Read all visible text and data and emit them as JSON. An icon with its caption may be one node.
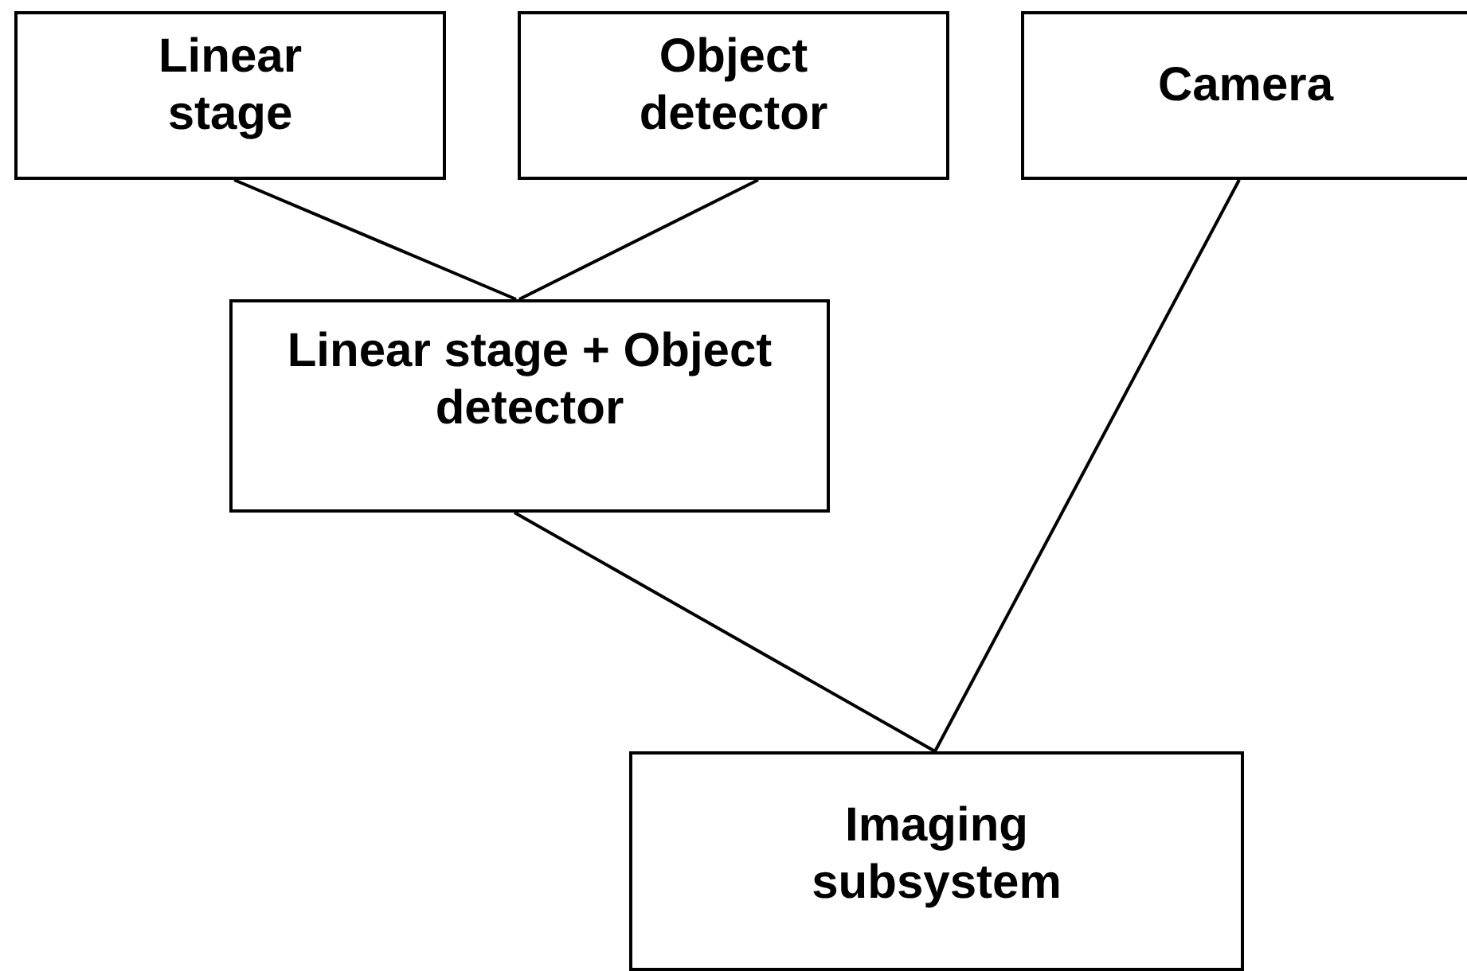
{
  "diagram": {
    "nodes": [
      {
        "text": [
          "Linear stage"
        ]
      },
      {
        "text": [
          "Object detector"
        ]
      },
      {
        "text": [
          "Camera"
        ]
      },
      {
        "text": [
          "Linear stage + Object detector"
        ]
      },
      {
        "text": [
          "Imaging subsystem"
        ]
      }
    ],
    "edges": [
      {
        "from": 0,
        "to": 3,
        "arrow": "none"
      },
      {
        "from": 1,
        "to": 3,
        "arrow": "none"
      },
      {
        "from": 3,
        "to": 4,
        "arrow": "none"
      },
      {
        "from": 2,
        "to": 4,
        "arrow": "none"
      }
    ]
  }
}
